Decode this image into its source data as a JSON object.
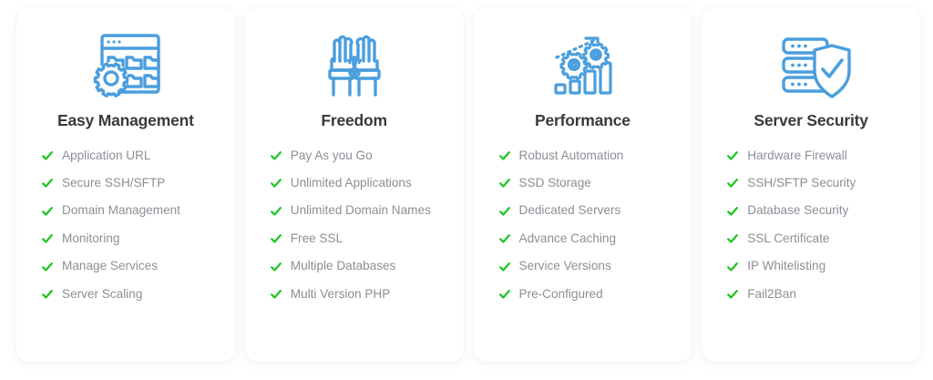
{
  "theme": {
    "icon_blue": "#4a9ede",
    "check_green": "#22c523",
    "title_color": "#3a3a3c",
    "label_color": "#8c8f96",
    "card_background": "#ffffff",
    "page_background": "#ffffff"
  },
  "cards": [
    {
      "icon_name": "browser-folders-gear-icon",
      "title": "Easy Management",
      "features": [
        "Application URL",
        "Secure SSH/SFTP",
        "Domain Management",
        "Monitoring",
        "Manage Services",
        "Server Scaling"
      ]
    },
    {
      "icon_name": "broken-handcuffs-hands-icon",
      "title": "Freedom",
      "features": [
        "Pay As you Go",
        "Unlimited Applications",
        "Unlimited Domain Names",
        "Free SSL",
        "Multiple Databases",
        "Multi Version PHP"
      ]
    },
    {
      "icon_name": "growth-arrow-gears-barchart-icon",
      "title": "Performance",
      "features": [
        "Robust Automation",
        "SSD Storage",
        "Dedicated Servers",
        "Advance Caching",
        "Service Versions",
        "Pre-Configured"
      ]
    },
    {
      "icon_name": "server-stack-shield-check-icon",
      "title": "Server Security",
      "features": [
        "Hardware Firewall",
        "SSH/SFTP Security",
        "Database Security",
        "SSL Certificate",
        "IP Whitelisting",
        "Fail2Ban"
      ]
    }
  ]
}
